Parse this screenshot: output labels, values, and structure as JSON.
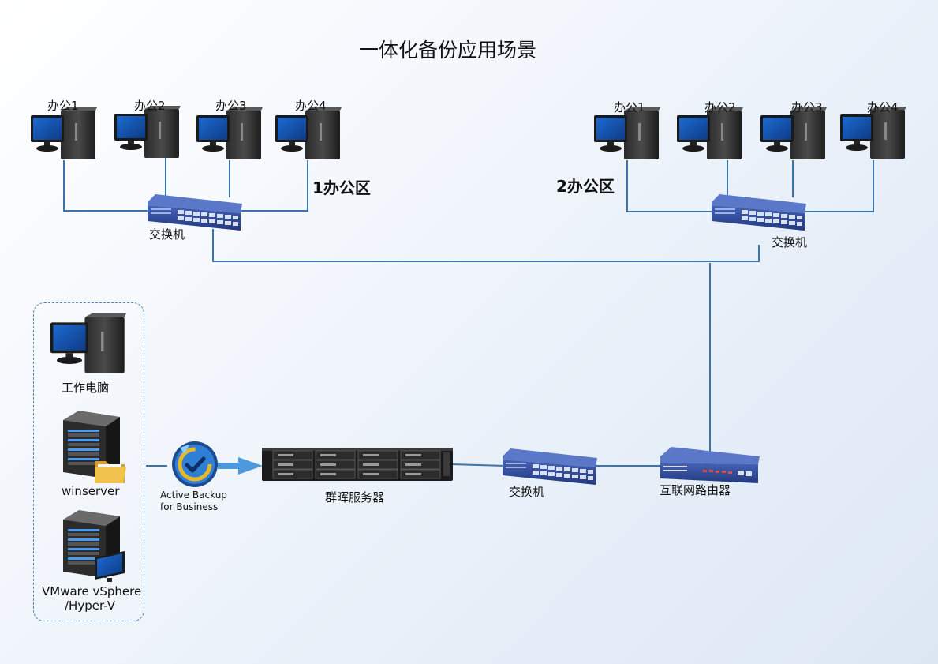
{
  "title": "一体化备份应用场景",
  "zone1": {
    "label": "1办公区",
    "pcs": [
      "办公1",
      "办公2",
      "办公3",
      "办公4"
    ],
    "switch_label": "交换机"
  },
  "zone2": {
    "label": "2办公区",
    "pcs": [
      "办公1",
      "办公2",
      "办公3",
      "办公4"
    ],
    "switch_label": "交换机"
  },
  "sources": {
    "workstation": "工作电脑",
    "winserver": "winserver",
    "vm_line1": "VMware vSphere",
    "vm_line2": "/Hyper-V"
  },
  "backup_app": {
    "line1": "Active Backup",
    "line2": "for Business"
  },
  "nas_label": "群晖服务器",
  "core_switch_label": "交换机",
  "router_label": "互联网路由器",
  "colors": {
    "wire": "#3a74a8",
    "switch_blue": "#2d4a9a",
    "arrow": "#3b8fd8",
    "group_border": "#4f86c4",
    "monitor_screen": "#1550a8"
  }
}
